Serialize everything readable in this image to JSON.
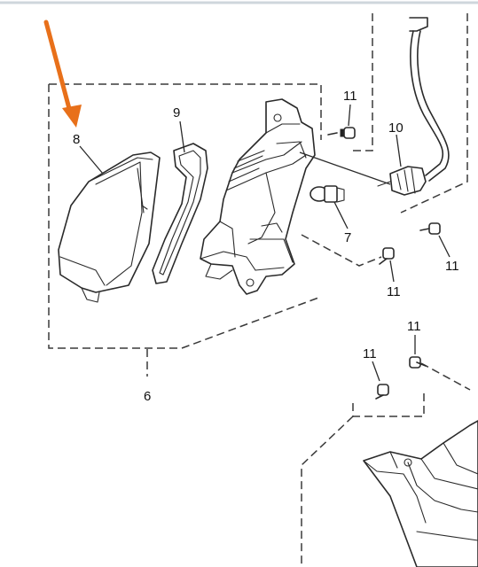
{
  "highlight_color": "#e8701a",
  "labels": {
    "part_6": "6",
    "part_7": "7",
    "part_8": "8",
    "part_9": "9",
    "part_10": "10",
    "part_11_a": "11",
    "part_11_b": "11",
    "part_11_c": "11",
    "part_11_d": "11",
    "part_11_e": "11"
  }
}
